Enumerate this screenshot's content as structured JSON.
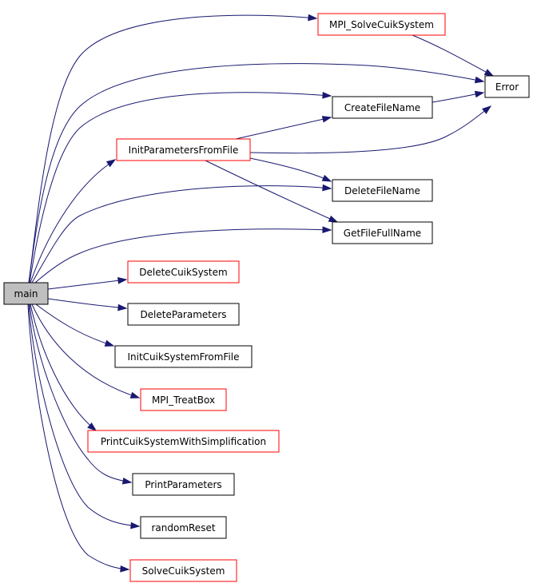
{
  "colors": {
    "edge": "#191970",
    "root_fill": "#bfbfbf",
    "node_fill": "#ffffff",
    "normal_border": "#000000",
    "highlight_border": "#ff0000"
  },
  "nodes": {
    "main": {
      "label": "main",
      "style": "root"
    },
    "mpi_solve": {
      "label": "MPI_SolveCuikSystem",
      "style": "highlight"
    },
    "error": {
      "label": "Error",
      "style": "normal"
    },
    "create_file_name": {
      "label": "CreateFileName",
      "style": "normal"
    },
    "init_params": {
      "label": "InitParametersFromFile",
      "style": "highlight"
    },
    "delete_file_name": {
      "label": "DeleteFileName",
      "style": "normal"
    },
    "get_file_full_name": {
      "label": "GetFileFullName",
      "style": "normal"
    },
    "delete_cuik_system": {
      "label": "DeleteCuikSystem",
      "style": "highlight"
    },
    "delete_parameters": {
      "label": "DeleteParameters",
      "style": "normal"
    },
    "init_cuik_system": {
      "label": "InitCuikSystemFromFile",
      "style": "normal"
    },
    "mpi_treat_box": {
      "label": "MPI_TreatBox",
      "style": "highlight"
    },
    "print_cuik_simpl": {
      "label": "PrintCuikSystemWithSimplification",
      "style": "highlight"
    },
    "print_parameters": {
      "label": "PrintParameters",
      "style": "normal"
    },
    "random_reset": {
      "label": "randomReset",
      "style": "normal"
    },
    "solve_cuik_system": {
      "label": "SolveCuikSystem",
      "style": "highlight"
    }
  },
  "edges": [
    {
      "from": "main",
      "to": "mpi_solve"
    },
    {
      "from": "main",
      "to": "error"
    },
    {
      "from": "main",
      "to": "create_file_name"
    },
    {
      "from": "main",
      "to": "init_params"
    },
    {
      "from": "main",
      "to": "delete_file_name"
    },
    {
      "from": "main",
      "to": "get_file_full_name"
    },
    {
      "from": "main",
      "to": "delete_cuik_system"
    },
    {
      "from": "main",
      "to": "delete_parameters"
    },
    {
      "from": "main",
      "to": "init_cuik_system"
    },
    {
      "from": "main",
      "to": "mpi_treat_box"
    },
    {
      "from": "main",
      "to": "print_cuik_simpl"
    },
    {
      "from": "main",
      "to": "print_parameters"
    },
    {
      "from": "main",
      "to": "random_reset"
    },
    {
      "from": "main",
      "to": "solve_cuik_system"
    },
    {
      "from": "mpi_solve",
      "to": "error"
    },
    {
      "from": "create_file_name",
      "to": "error"
    },
    {
      "from": "init_params",
      "to": "create_file_name"
    },
    {
      "from": "init_params",
      "to": "error"
    },
    {
      "from": "init_params",
      "to": "delete_file_name"
    },
    {
      "from": "init_params",
      "to": "get_file_full_name"
    }
  ]
}
